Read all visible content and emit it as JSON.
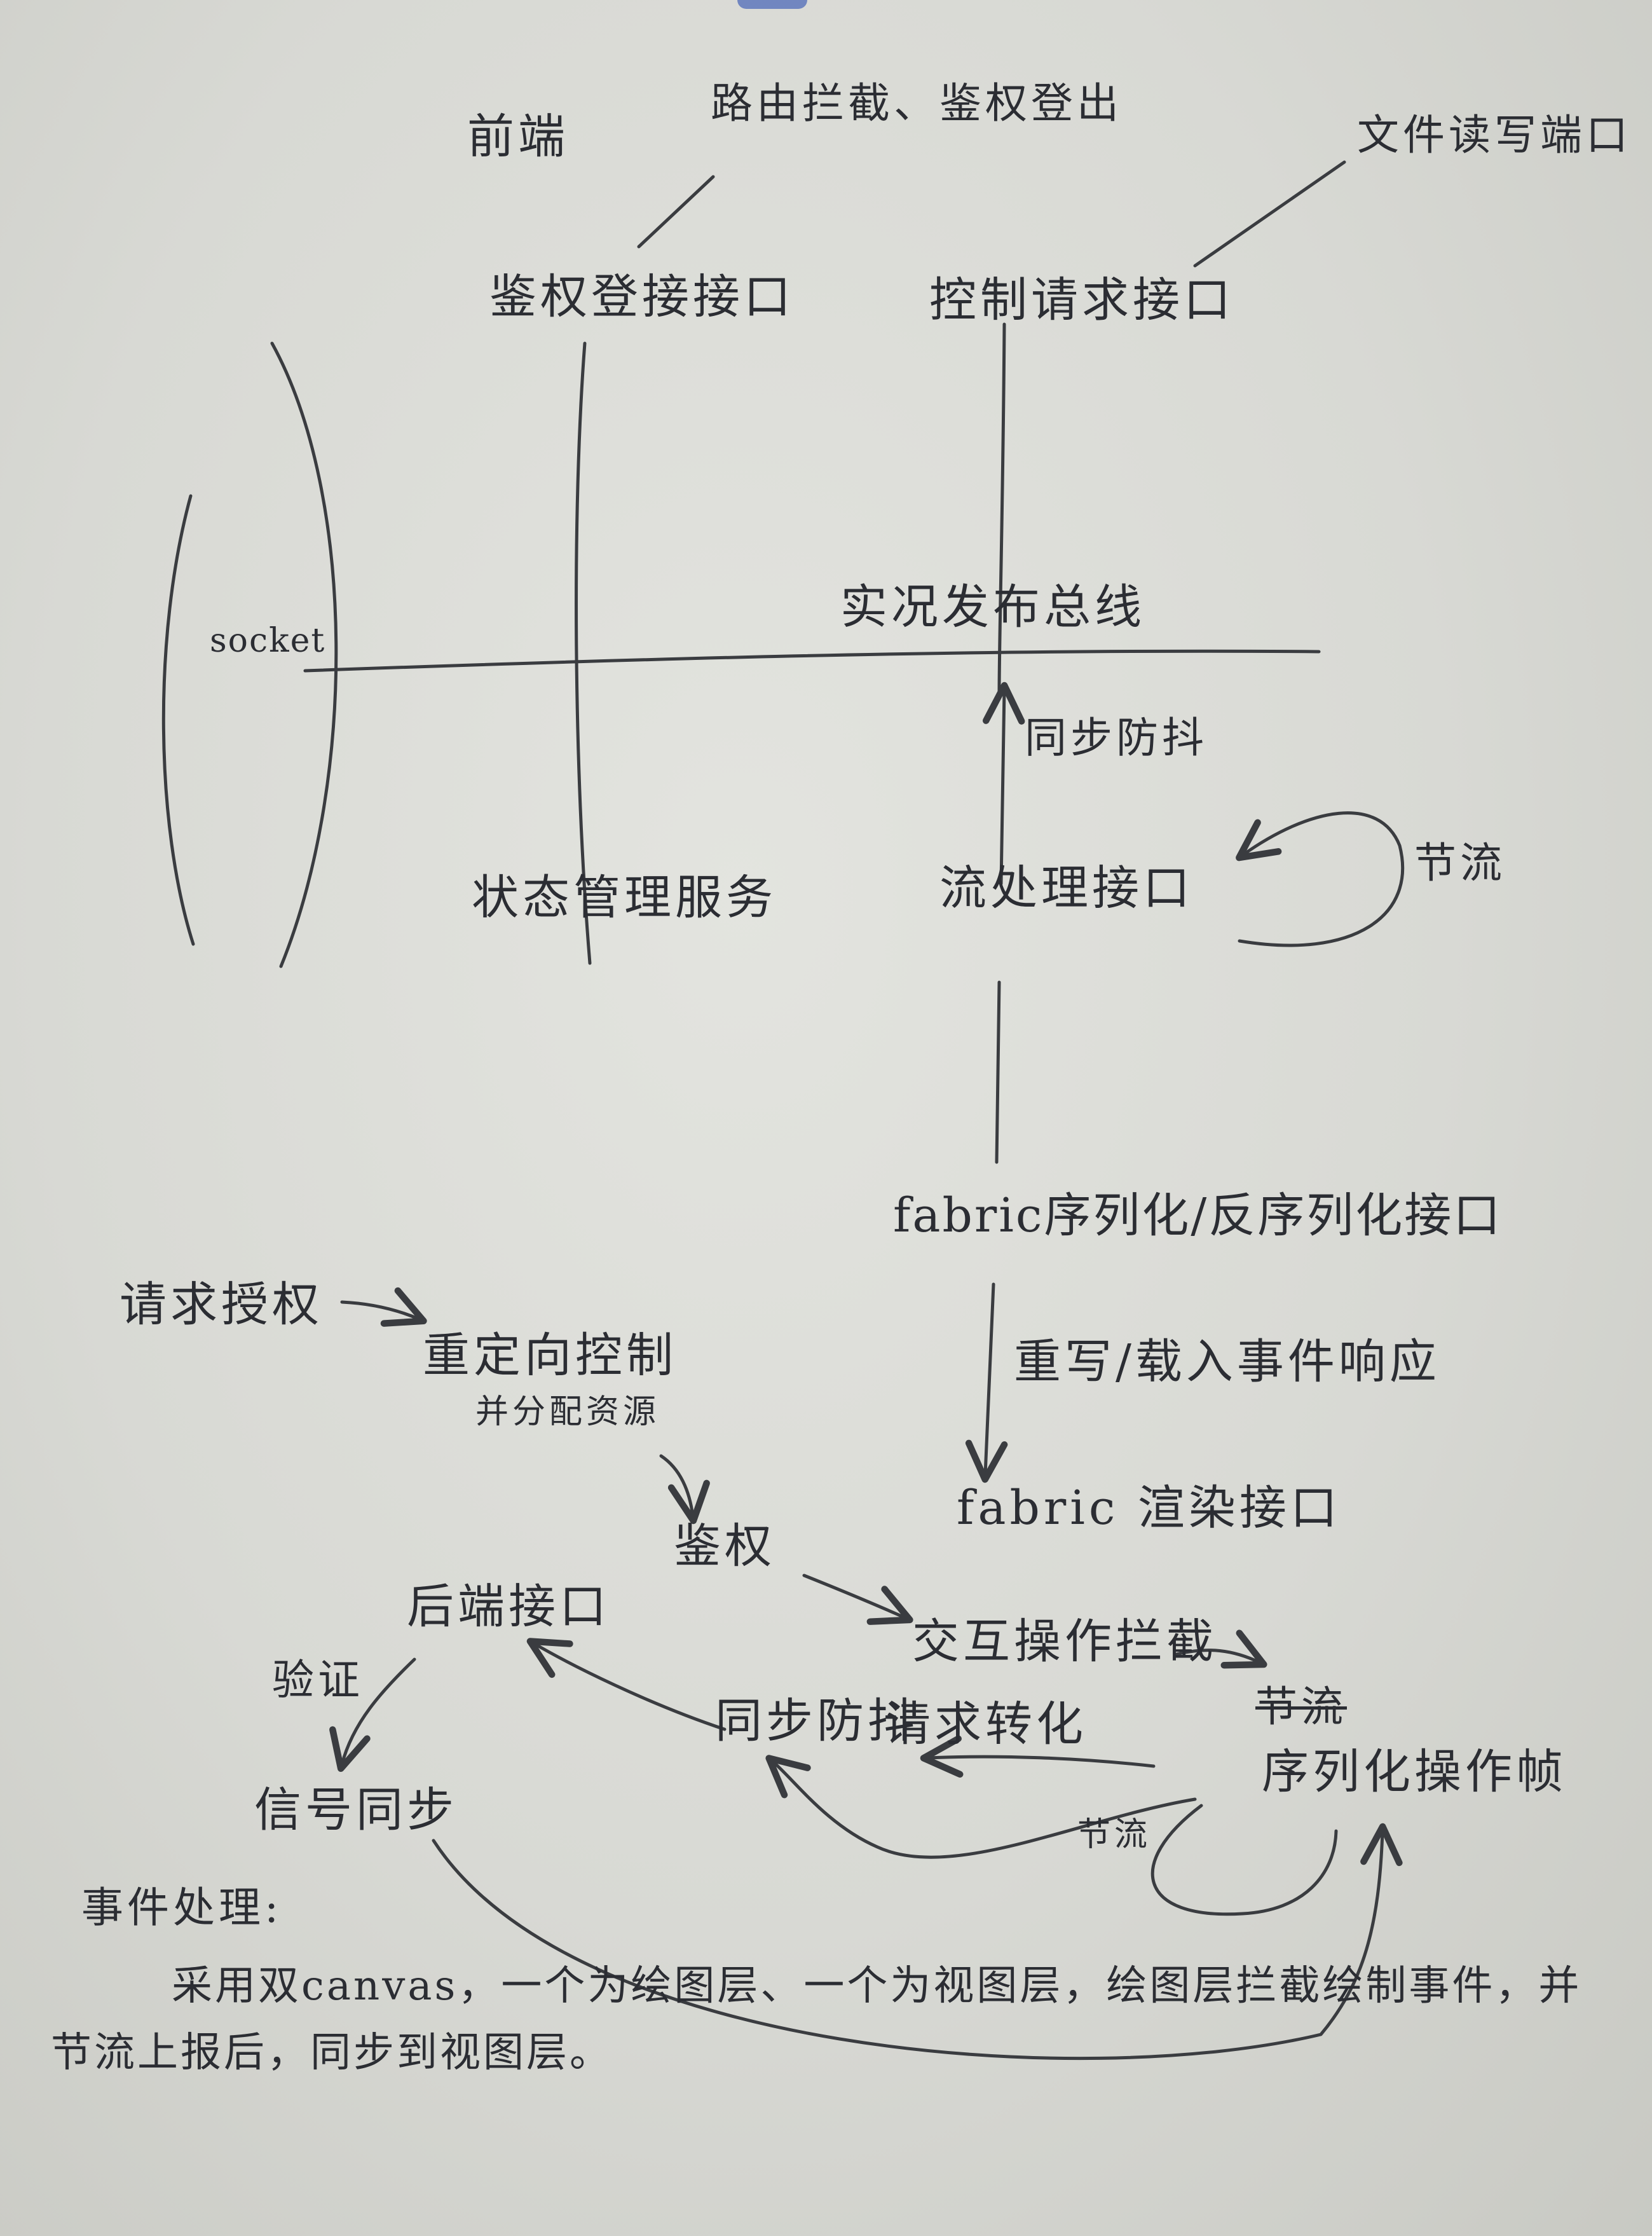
{
  "labels": {
    "frontend": "前端",
    "route_intercept": "路由拦截、鉴权登出",
    "auth_interface": "鉴权登接接口",
    "file_rw_port": "文件读写端口",
    "control_request": "控制请求接口",
    "socket": "socket",
    "publish_bus": "实况发布总线",
    "sync_debounce": "同步防抖",
    "state_service": "状态管理服务",
    "stream_interface": "流处理接口",
    "throttle": "节流",
    "fabric_serialize": "fabric序列化/反序列化接口",
    "redraw_event": "重写/载入事件响应",
    "fabric_render": "fabric 渲染接口",
    "request_auth": "请求授权",
    "redirect_control": "重定向控制",
    "allocate_resource": "并分配资源",
    "authenticate": "鉴权",
    "backend_interface": "后端接口",
    "interaction_intercept": "交互操作拦截",
    "verify": "验证",
    "signal_sync": "信号同步",
    "sync_debounce_2": "同步防抖",
    "request_convert": "请求转化",
    "throttle_2": "节流",
    "serialize_ops": "序列化操作帧",
    "throttle_3": "节流",
    "event_handling": "事件处理:"
  },
  "summary": {
    "line1": "采用双canvas，一个为绘图层、一个为视图层，绘图层拦截绘制事件，并",
    "line2": "节流上报后，同步到视图层。"
  }
}
